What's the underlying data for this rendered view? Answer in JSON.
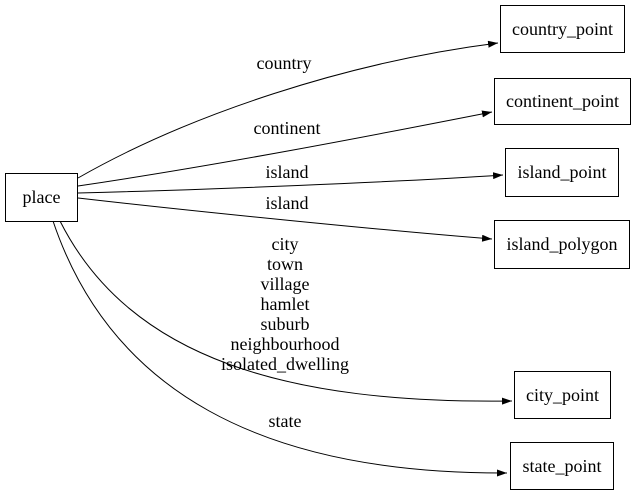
{
  "diagram": {
    "background_color": "#ffffff",
    "line_color": "#000000",
    "nodes": {
      "place": {
        "label": "place"
      },
      "country_point": {
        "label": "country_point"
      },
      "continent_point": {
        "label": "continent_point"
      },
      "island_point": {
        "label": "island_point"
      },
      "island_polygon": {
        "label": "island_polygon"
      },
      "city_point": {
        "label": "city_point"
      },
      "state_point": {
        "label": "state_point"
      }
    },
    "edges": [
      {
        "from": "place",
        "to": "country_point",
        "label": "country"
      },
      {
        "from": "place",
        "to": "continent_point",
        "label": "continent"
      },
      {
        "from": "place",
        "to": "island_point",
        "label": "island"
      },
      {
        "from": "place",
        "to": "island_polygon",
        "label": "island"
      },
      {
        "from": "place",
        "to": "city_point",
        "label_lines": [
          "city",
          "town",
          "village",
          "hamlet",
          "suburb",
          "neighbourhood",
          "isolated_dwelling"
        ]
      },
      {
        "from": "place",
        "to": "state_point",
        "label": "state"
      }
    ]
  }
}
